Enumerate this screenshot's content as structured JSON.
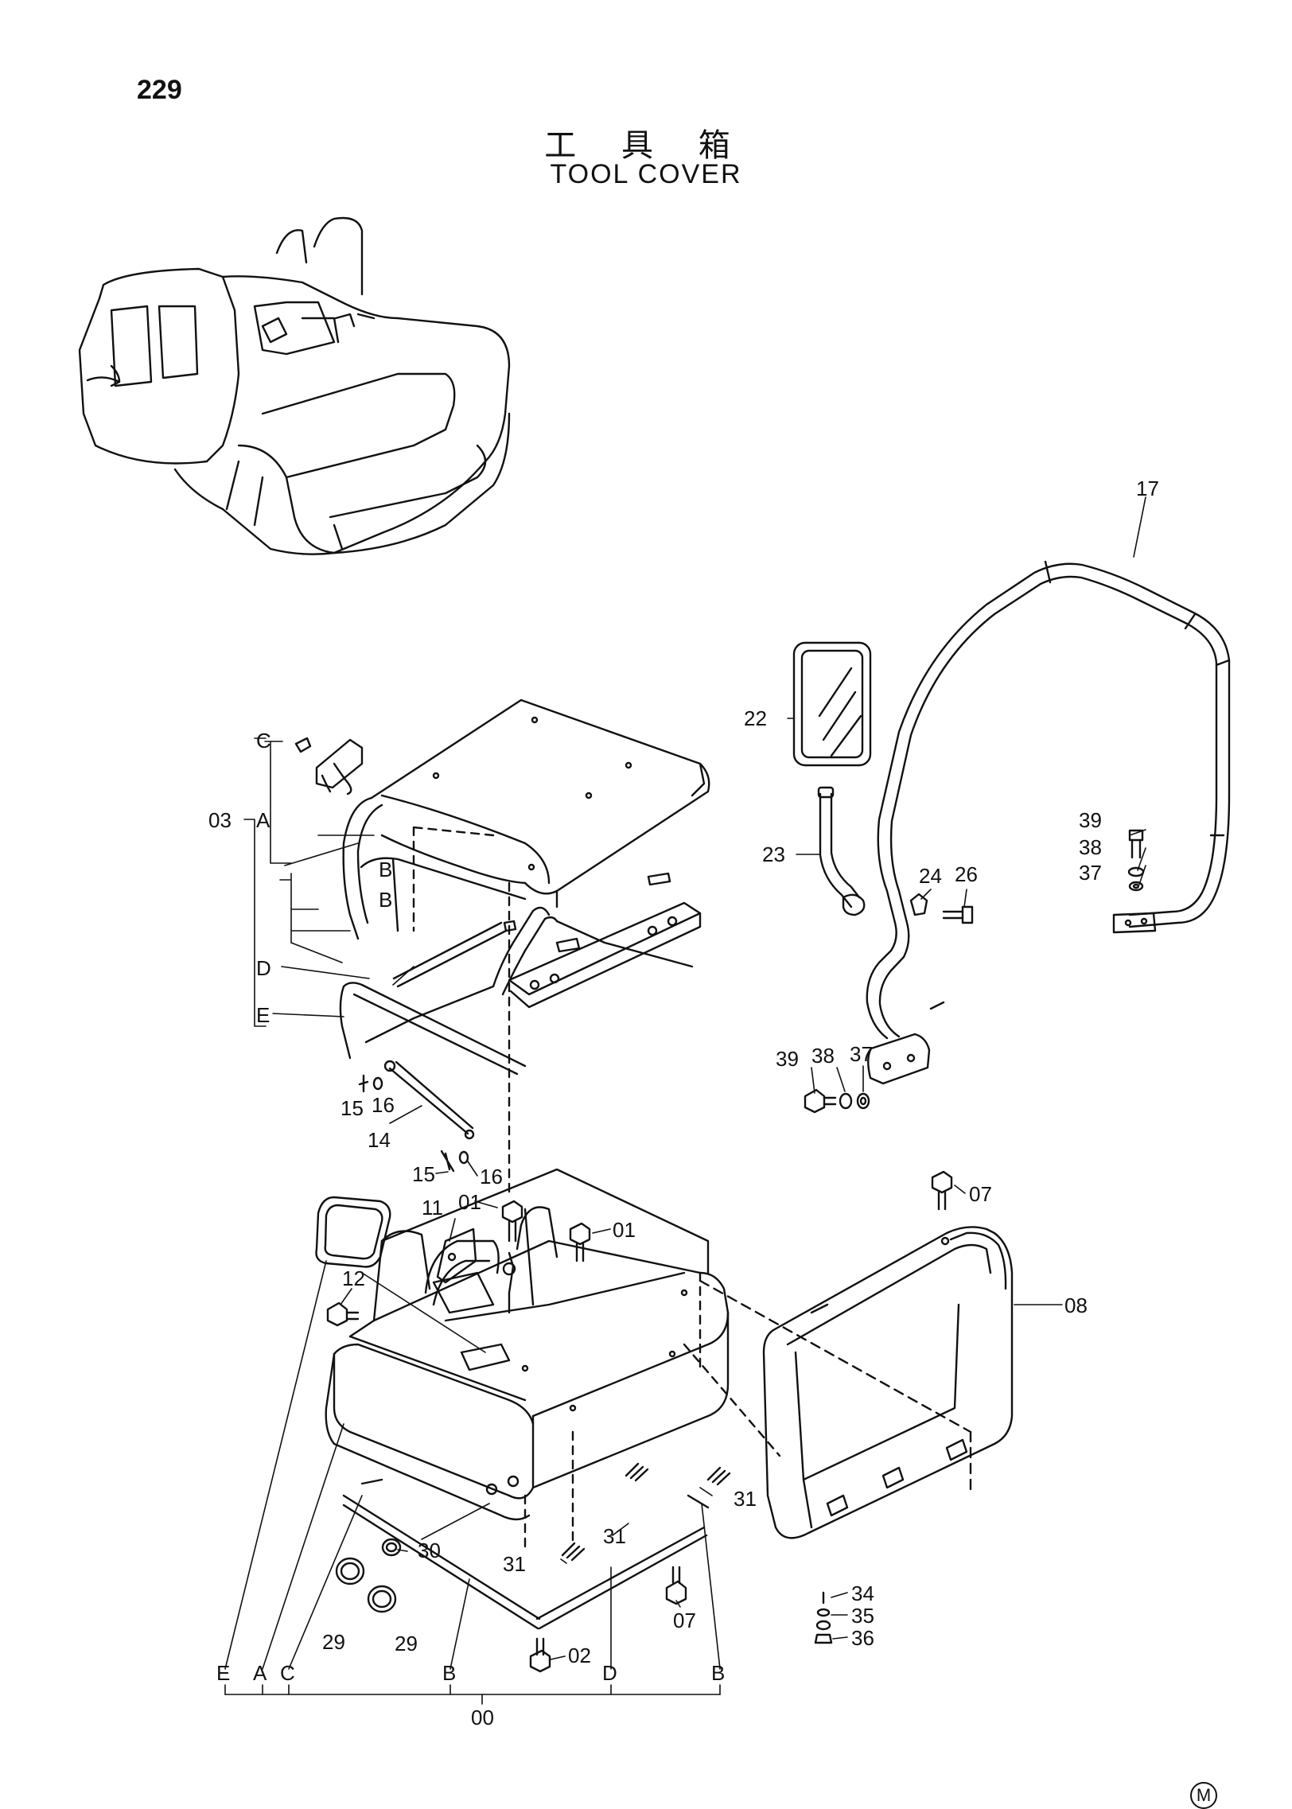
{
  "page_number": "229",
  "title_cn": "工 具 箱",
  "title_en": "TOOL COVER",
  "callouts": {
    "p00": "00",
    "p01a": "01",
    "p01b": "01",
    "p02": "02",
    "p03": "03",
    "p07a": "07",
    "p07b": "07",
    "p08": "08",
    "p11": "11",
    "p12": "12",
    "p14": "14",
    "p15a": "15",
    "p15b": "15",
    "p16a": "16",
    "p16b": "16",
    "p17": "17",
    "p22": "22",
    "p23": "23",
    "p24": "24",
    "p26": "26",
    "p29a": "29",
    "p29b": "29",
    "p30": "30",
    "p31a": "31",
    "p31b": "31",
    "p31c": "31",
    "p34": "34",
    "p35": "35",
    "p36": "36",
    "p37a": "37",
    "p37b": "37",
    "p38a": "38",
    "p38b": "38",
    "p39a": "39",
    "p39b": "39"
  },
  "group_letters": {
    "C_top": "C",
    "A_mid": "A",
    "B_1": "B",
    "B_2": "B",
    "D_mid": "D",
    "E_mid": "E",
    "E_bot": "E",
    "A_bot": "A",
    "C_bot": "C",
    "B_bot1": "B",
    "D_bot": "D",
    "B_bot2": "B"
  },
  "corner_mark": "M"
}
